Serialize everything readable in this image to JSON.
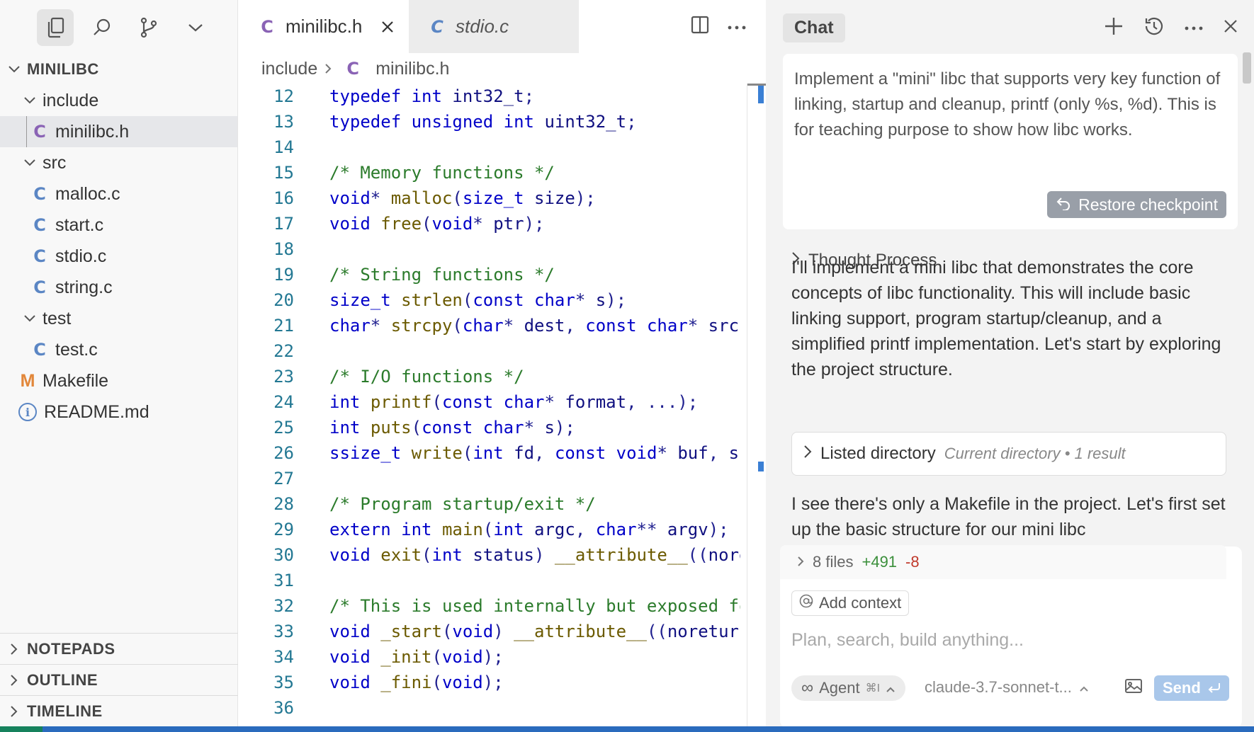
{
  "sidebar": {
    "root_label": "MINILIBC",
    "tree": [
      {
        "label": "include",
        "type": "folder"
      },
      {
        "label": "minilibc.h",
        "type": "c",
        "selected": true
      },
      {
        "label": "src",
        "type": "folder"
      },
      {
        "label": "malloc.c",
        "type": "c"
      },
      {
        "label": "start.c",
        "type": "c"
      },
      {
        "label": "stdio.c",
        "type": "c"
      },
      {
        "label": "string.c",
        "type": "c"
      },
      {
        "label": "test",
        "type": "folder"
      },
      {
        "label": "test.c",
        "type": "c"
      },
      {
        "label": "Makefile",
        "type": "make"
      },
      {
        "label": "README.md",
        "type": "info"
      }
    ],
    "sections": {
      "notepads": "NOTEPADS",
      "outline": "OUTLINE",
      "timeline": "TIMELINE"
    },
    "icons": [
      "files-icon",
      "search-icon",
      "source-control-icon",
      "chevron-down-icon"
    ]
  },
  "editor": {
    "tabs": [
      {
        "label": "minilibc.h",
        "active": true
      },
      {
        "label": "stdio.c",
        "active": false
      }
    ],
    "breadcrumb": {
      "folder": "include",
      "file": "minilibc.h"
    },
    "lines": [
      {
        "n": "12",
        "text": "typedef int int32_t;"
      },
      {
        "n": "13",
        "text": "typedef unsigned int uint32_t;"
      },
      {
        "n": "14",
        "text": ""
      },
      {
        "n": "15",
        "text": "/* Memory functions */"
      },
      {
        "n": "16",
        "text": "void* malloc(size_t size);"
      },
      {
        "n": "17",
        "text": "void free(void* ptr);"
      },
      {
        "n": "18",
        "text": ""
      },
      {
        "n": "19",
        "text": "/* String functions */"
      },
      {
        "n": "20",
        "text": "size_t strlen(const char* s);"
      },
      {
        "n": "21",
        "text": "char* strcpy(char* dest, const char* src);"
      },
      {
        "n": "22",
        "text": ""
      },
      {
        "n": "23",
        "text": "/* I/O functions */"
      },
      {
        "n": "24",
        "text": "int printf(const char* format, ...);"
      },
      {
        "n": "25",
        "text": "int puts(const char* s);"
      },
      {
        "n": "26",
        "text": "ssize_t write(int fd, const void* buf, size"
      },
      {
        "n": "27",
        "text": ""
      },
      {
        "n": "28",
        "text": "/* Program startup/exit */"
      },
      {
        "n": "29",
        "text": "extern int main(int argc, char** argv);"
      },
      {
        "n": "30",
        "text": "void exit(int status) __attribute__((noretu"
      },
      {
        "n": "31",
        "text": ""
      },
      {
        "n": "32",
        "text": "/* This is used internally but exposed for"
      },
      {
        "n": "33",
        "text": "void _start(void) __attribute__((noreturn))"
      },
      {
        "n": "34",
        "text": "void _init(void);"
      },
      {
        "n": "35",
        "text": "void _fini(void);"
      },
      {
        "n": "36",
        "text": ""
      }
    ]
  },
  "chat": {
    "title": "Chat",
    "prompt": "Implement a \"mini\" libc that supports very key function of linking, startup and cleanup, printf (only %s, %d). This is for teaching purpose to show how libc works.",
    "restore_label": "Restore checkpoint",
    "thought_label": "Thought Process",
    "message1": "I'll implement a mini libc that demonstrates the core concepts of libc functionality. This will include basic linking support, program startup/cleanup, and a simplified printf implementation. Let's start by exploring the project structure.",
    "tool": {
      "label": "Listed directory",
      "meta": "Current directory • 1 result"
    },
    "message2": "I see there's only a Makefile in the project. Let's first set up the basic structure for our mini libc",
    "files_summary": {
      "count": "8 files",
      "added": "+491",
      "removed": "-8"
    },
    "add_context": "Add context",
    "input_placeholder": "Plan, search, build anything...",
    "agent_label": "Agent",
    "agent_shortcut": "⌘I",
    "model": "claude-3.7-sonnet-t...",
    "send_label": "Send"
  },
  "colors": {
    "accent": "#3a7fd4",
    "status_bar": "#2a6bbd",
    "send": "#a9c7ea"
  }
}
